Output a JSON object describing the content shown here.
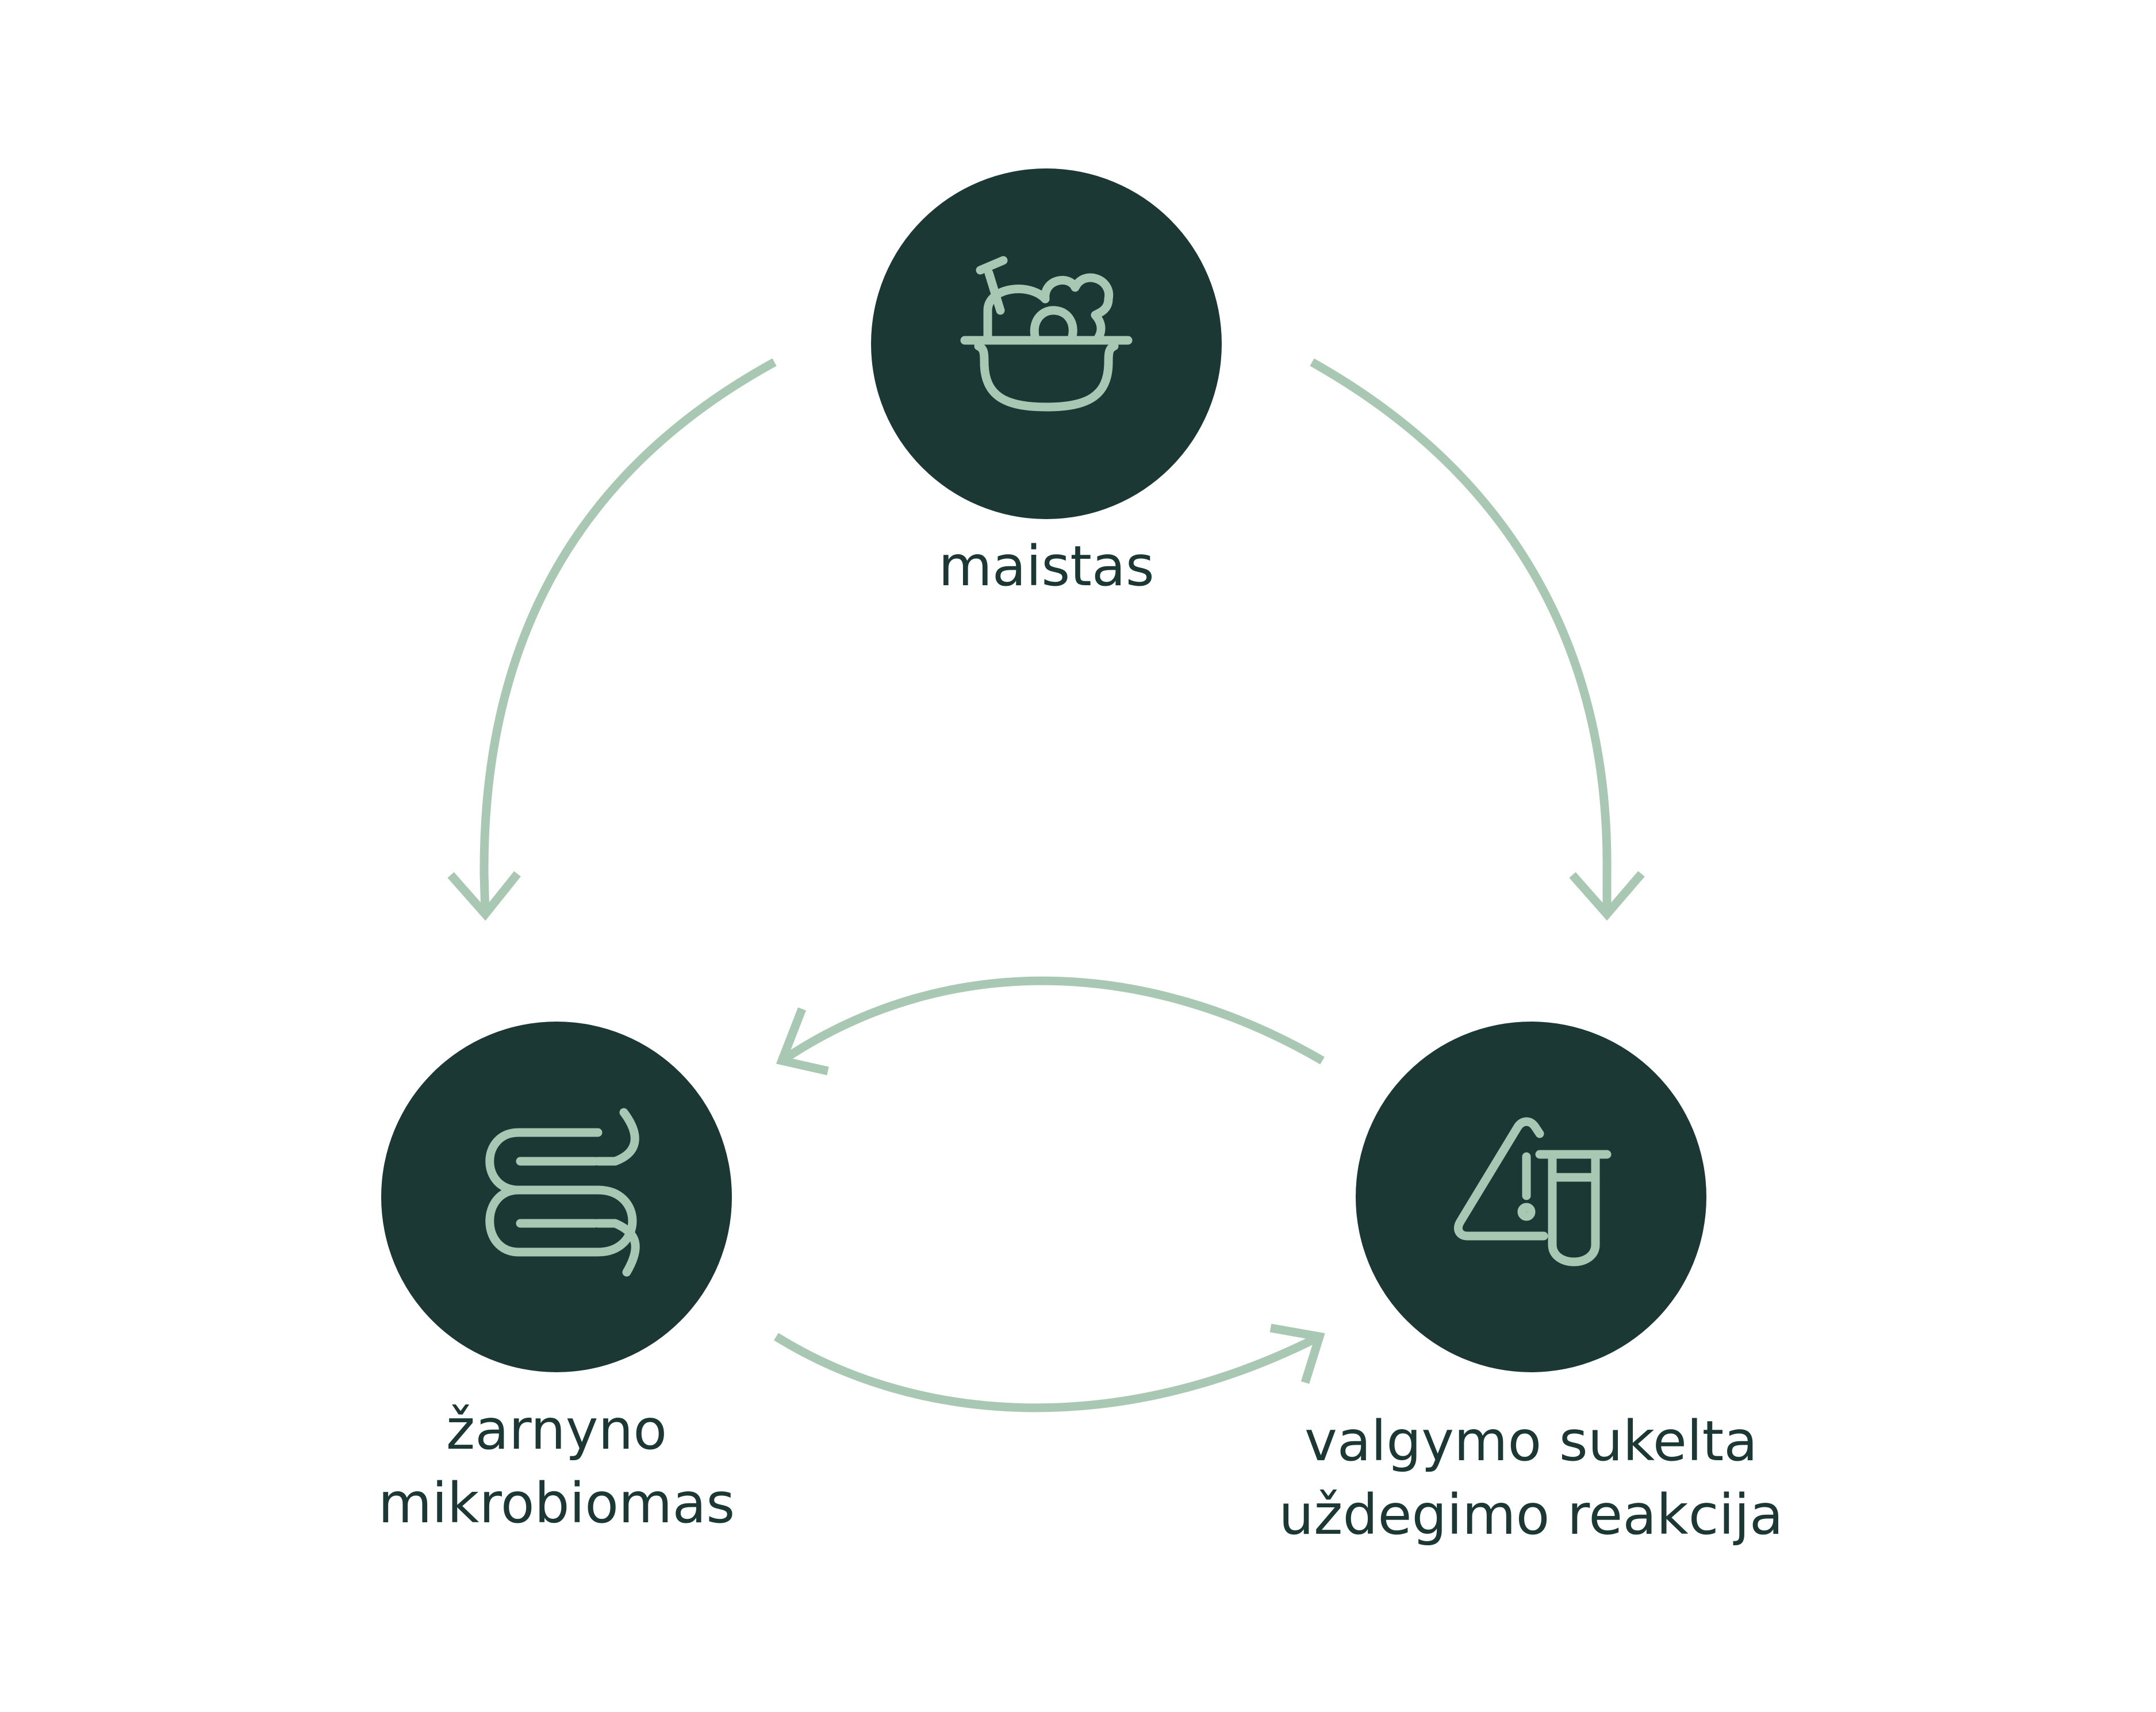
{
  "colors": {
    "node_fill": "#1b3835",
    "accent": "#a9c8b3",
    "label_text": "#1b3835",
    "background": "#ffffff"
  },
  "nodes": {
    "food": {
      "label": "maistas",
      "icon": "food-basket-icon"
    },
    "microbiome": {
      "label_line1": "žarnyno",
      "label_line2": "mikrobiomas",
      "icon": "intestine-icon"
    },
    "inflammation": {
      "label_line1": "valgymo sukelta",
      "label_line2": "uždegimo reakcija",
      "icon": "warning-test-tube-icon"
    }
  },
  "edges": [
    {
      "from": "maistas",
      "to": "žarnyno mikrobiomas"
    },
    {
      "from": "maistas",
      "to": "valgymo sukelta uždegimo reakcija"
    },
    {
      "from": "valgymo sukelta uždegimo reakcija",
      "to": "žarnyno mikrobiomas"
    },
    {
      "from": "žarnyno mikrobiomas",
      "to": "valgymo sukelta uždegimo reakcija"
    }
  ]
}
